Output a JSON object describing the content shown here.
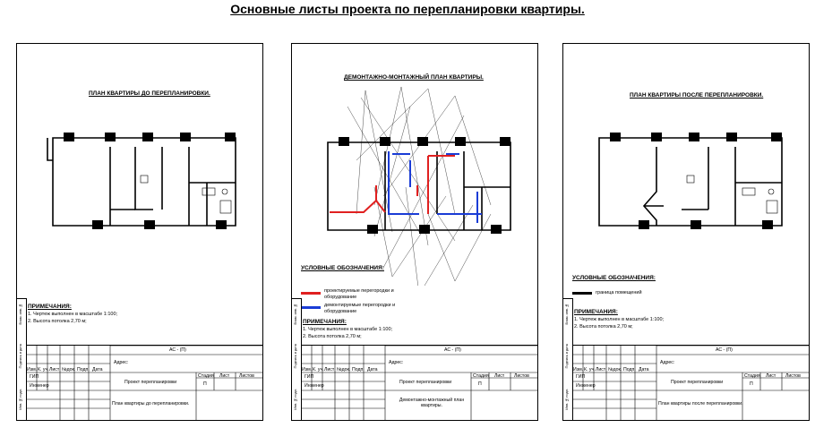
{
  "page_title": "Основные листы проекта по перепланировки квартиры.",
  "sheets": [
    {
      "title": "ПЛАН КВАРТИРЫ ДО ПЕРЕПЛАНИРОВКИ.",
      "notes_title": "ПРИМЕЧАНИЯ:",
      "notes": [
        "1. Чертеж выполнен в масштабе 1:100;",
        "2. Высота потолка 2,70 м;"
      ],
      "code": "АС - (П)",
      "address_label": "Адрес:",
      "project": "Проект перепланировки",
      "drawing_name": "План квартиры до перепланировки.",
      "stage_label": "Стадия",
      "sheet_label": "Лист",
      "sheets_label": "Листов",
      "stage": "П"
    },
    {
      "title": "ДЕМОНТАЖНО-МОНТАЖНЫЙ ПЛАН КВАРТИРЫ.",
      "legend_title": "УСЛОВНЫЕ ОБОЗНАЧЕНИЯ:",
      "legend": [
        {
          "label": "проектируемые перегородки и оборудование",
          "color": "#e02020"
        },
        {
          "label": "демонтируемые перегородки и оборудование",
          "color": "#1a3cd6"
        }
      ],
      "notes_title": "ПРИМЕЧАНИЯ:",
      "notes": [
        "1. Чертеж выполнен в масштабе 1:100;",
        "2. Высота потолка 2,70 м;"
      ],
      "code": "АС - (П)",
      "address_label": "Адрес:",
      "project": "Проект перепланировки",
      "drawing_name": "Демонтажно-монтажный план квартиры.",
      "stage_label": "Стадия",
      "sheet_label": "Лист",
      "sheets_label": "Листов",
      "stage": "П"
    },
    {
      "title": "ПЛАН КВАРТИРЫ ПОСЛЕ ПЕРЕПЛАНИРОВКИ.",
      "legend_title": "УСЛОВНЫЕ ОБОЗНАЧЕНИЯ:",
      "legend": [
        {
          "label": "граница помещений",
          "color": "#000000"
        }
      ],
      "notes_title": "ПРИМЕЧАНИЯ:",
      "notes": [
        "1. Чертеж выполнен в масштабе 1:100;",
        "2. Высота потолка 2,70 м;"
      ],
      "code": "АС - (П)",
      "address_label": "Адрес:",
      "project": "Проект перепланировки",
      "drawing_name": "План квартиры после перепланировки.",
      "stage_label": "Стадия",
      "sheet_label": "Лист",
      "sheets_label": "Листов",
      "stage": "П"
    }
  ],
  "titleblock_headers": [
    "Изм.",
    "К. уч.",
    "Лист",
    "№док.",
    "Подп.",
    "Дата"
  ],
  "titleblock_rows": [
    "ГИП",
    "Инженер"
  ],
  "side_labels": [
    "Взам. инв. №",
    "Подпись и дата",
    "Инв. № подл."
  ]
}
